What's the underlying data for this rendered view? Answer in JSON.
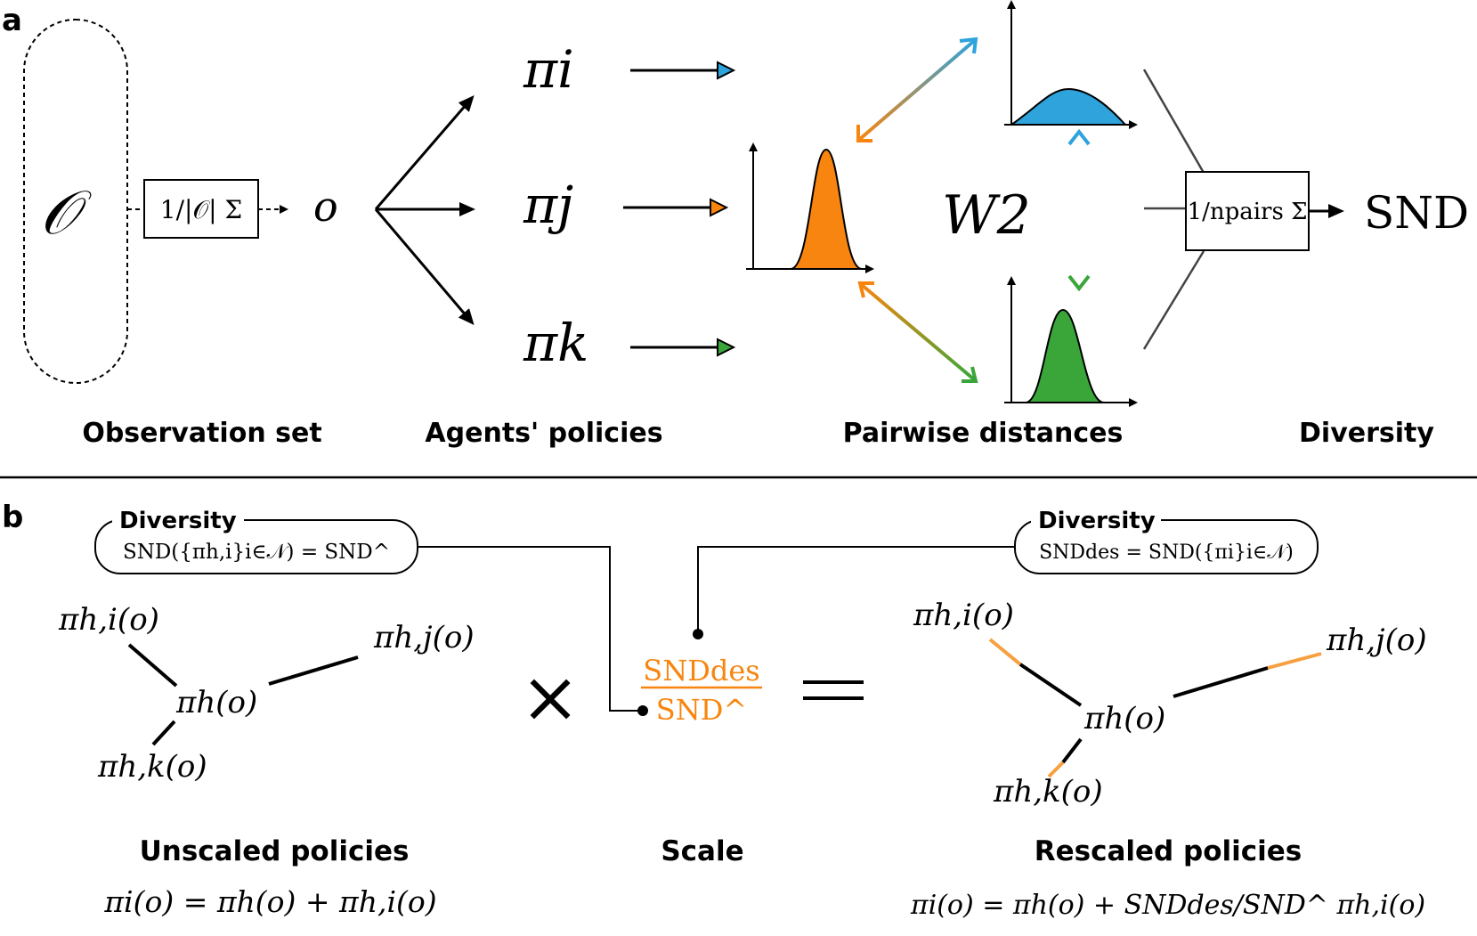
{
  "panel_a": {
    "panel_letter": "a",
    "observation_symbol": "𝒪",
    "sum_operator": "1/|𝒪| Σ",
    "observation": "o",
    "policies": [
      "πi",
      "πj",
      "πk"
    ],
    "distance_label": "W2",
    "aggregate_operator": "1/npairs Σ",
    "output_label": "SND",
    "captions": {
      "observation_set": "Observation set",
      "agents_policies": "Agents' policies",
      "pairwise_distances": "Pairwise distances",
      "diversity": "Diversity"
    },
    "colors": {
      "agent_i": "#2ea3dc",
      "agent_j": "#f7850f",
      "agent_k": "#3aa63a"
    }
  },
  "panel_b": {
    "panel_letter": "b",
    "left_box": {
      "title": "Diversity",
      "formula": "SND({πh,i}i∈𝒩) = SND^"
    },
    "right_box": {
      "title": "Diversity",
      "formula": "SNDdes = SND({πi}i∈𝒩)"
    },
    "unscaled_nodes": {
      "i": "πh,i(o)",
      "j": "πh,j(o)",
      "k": "πh,k(o)",
      "center": "πh(o)"
    },
    "rescaled_nodes": {
      "i": "πh,i(o)",
      "j": "πh,j(o)",
      "k": "πh,k(o)",
      "center": "πh(o)"
    },
    "times": "×",
    "equals": "=",
    "scale_fraction": {
      "numerator": "SNDdes",
      "denominator": "SND^"
    },
    "captions": {
      "unscaled": "Unscaled policies",
      "scale": "Scale",
      "rescaled": "Rescaled policies"
    },
    "equations": {
      "unscaled": "πi(o) = πh(o) + πh,i(o)",
      "rescaled": "πi(o) = πh(o) + SNDdes/SND^ πh,i(o)"
    },
    "colors": {
      "scale": "#f7850f",
      "highlight": "#f7a040"
    }
  }
}
